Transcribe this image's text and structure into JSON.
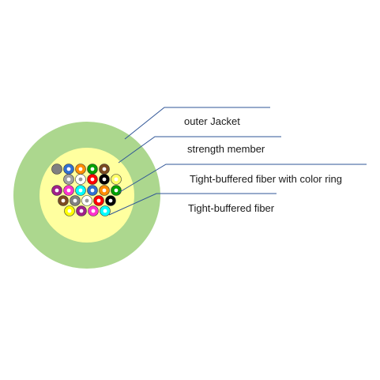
{
  "colors": {
    "outer_jacket": "#acd78e",
    "strength_member": "#ffff9f",
    "leader_line": "#2f5597",
    "fiber_stroke": "#333333"
  },
  "labels": {
    "outer_jacket": "outer Jacket",
    "strength_member": "strength member",
    "colored_fiber": "Tight-buffered fiber with color ring",
    "fiber": "Tight-buffered fiber"
  },
  "fibers": [
    {
      "color": "#808080",
      "ring": null,
      "row": 0,
      "col": 0
    },
    {
      "color": "#3070d0",
      "ring": "#ffffff",
      "row": 0,
      "col": 1
    },
    {
      "color": "#ff8c00",
      "ring": "#ffffff",
      "row": 0,
      "col": 2
    },
    {
      "color": "#00a000",
      "ring": "#ffffff",
      "row": 0,
      "col": 3
    },
    {
      "color": "#7a4a20",
      "ring": "#ffffff",
      "row": 0,
      "col": 4
    },
    {
      "color": "#a0a0a0",
      "ring": "#ffffff",
      "row": 1,
      "col": 0
    },
    {
      "color": "#ffffff",
      "ring": "#999999",
      "row": 1,
      "col": 1
    },
    {
      "color": "#ff0000",
      "ring": "#ffffff",
      "row": 1,
      "col": 2
    },
    {
      "color": "#000000",
      "ring": "#ffffff",
      "row": 1,
      "col": 3
    },
    {
      "color": "#ffff66",
      "ring": "#ffffff",
      "row": 1,
      "col": 4
    },
    {
      "color": "#a0208a",
      "ring": "#ffffff",
      "row": 2,
      "col": 0
    },
    {
      "color": "#ff33cc",
      "ring": "#ffffff",
      "row": 2,
      "col": 1
    },
    {
      "color": "#00ffff",
      "ring": "#ffffff",
      "row": 2,
      "col": 2
    },
    {
      "color": "#3070d0",
      "ring": "#ffffff",
      "row": 2,
      "col": 3
    },
    {
      "color": "#ff8c00",
      "ring": "#ffffff",
      "row": 2,
      "col": 4
    },
    {
      "color": "#00a000",
      "ring": "#ffffff",
      "row": 2,
      "col": 5
    },
    {
      "color": "#7a4a20",
      "ring": "#ffffff",
      "row": 3,
      "col": 0
    },
    {
      "color": "#808080",
      "ring": "#ffffff",
      "row": 3,
      "col": 1
    },
    {
      "color": "#ffffff",
      "ring": "#999999",
      "row": 3,
      "col": 2
    },
    {
      "color": "#ff0000",
      "ring": "#ffffff",
      "row": 3,
      "col": 3
    },
    {
      "color": "#000000",
      "ring": "#ffffff",
      "row": 3,
      "col": 4
    },
    {
      "color": "#ffff00",
      "ring": "#ffffff",
      "row": 4,
      "col": 0
    },
    {
      "color": "#a0208a",
      "ring": "#ffffff",
      "row": 4,
      "col": 1
    },
    {
      "color": "#ff33cc",
      "ring": "#ffffff",
      "row": 4,
      "col": 2
    },
    {
      "color": "#00ffff",
      "ring": "#ffffff",
      "row": 4,
      "col": 3
    }
  ]
}
